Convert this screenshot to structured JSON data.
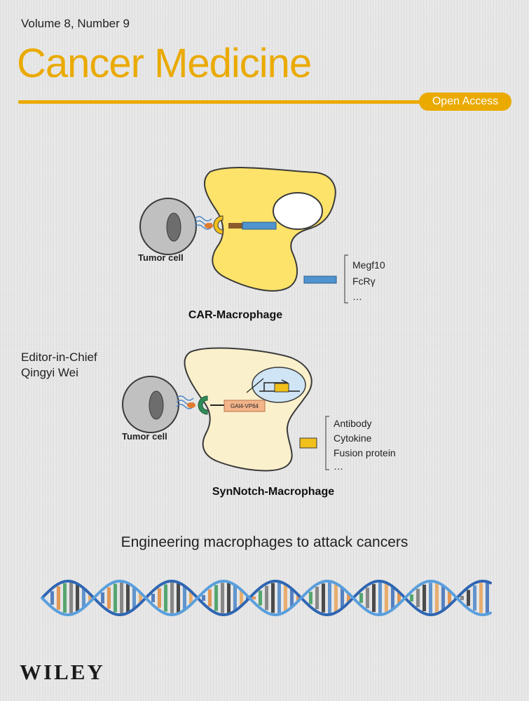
{
  "cover": {
    "volume": "Volume 8, Number 9",
    "journal_title": "Cancer Medicine",
    "open_access": "Open Access",
    "editor_role": "Editor-in-Chief",
    "editor_name": "Qingyi Wei",
    "headline": "Engineering macrophages to attack cancers",
    "publisher": "WILEY"
  },
  "diagram_car": {
    "tumor_label": "Tumor cell",
    "caption": "CAR-Macrophage",
    "list": [
      "Megf10",
      "FcRγ",
      "…"
    ]
  },
  "diagram_synnotch": {
    "tumor_label": "Tumor cell",
    "receptor_label": "GAl4-VP64",
    "caption": "SynNotch-Macrophage",
    "list": [
      "Antibody",
      "Cytokine",
      "Fusion protein",
      "…"
    ]
  },
  "colors": {
    "brand": "#eaaa00",
    "car_macrophage": "#fde36a",
    "synnotch_macrophage": "#faf0cc",
    "car_domain": "#4f94cf",
    "payload": "#f2c01a",
    "tumor": "#c0c0c0"
  }
}
